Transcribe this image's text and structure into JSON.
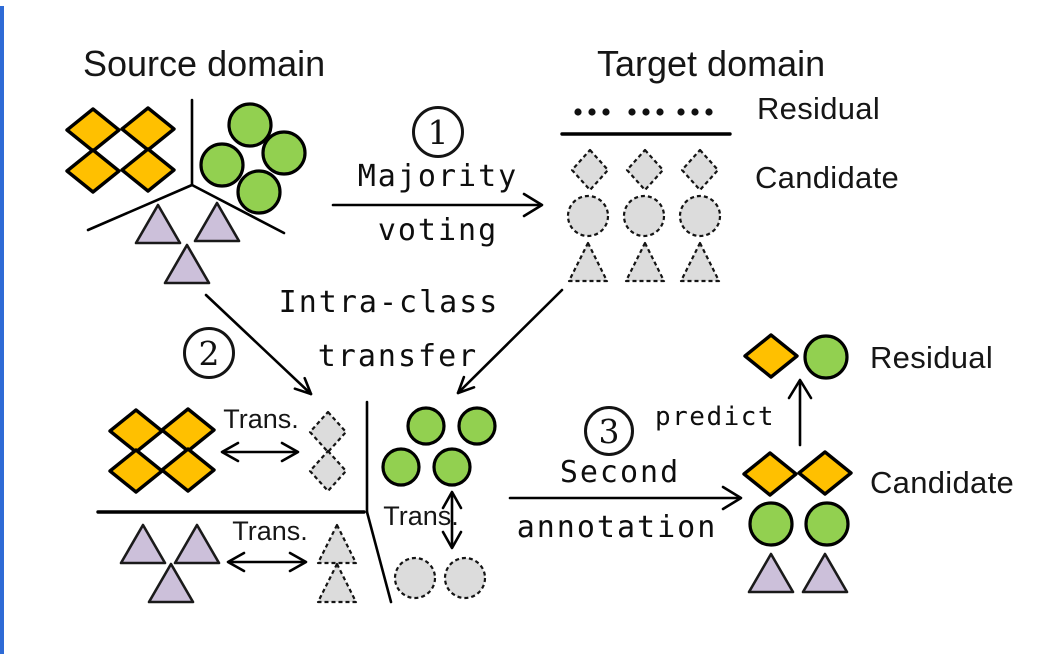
{
  "page": {
    "background": "#ffffff",
    "edge_line_color": "#2e6bd6"
  },
  "palette": {
    "diamond_fill": "#FFC000",
    "circle_fill": "#92D050",
    "triangle_fill": "#CCC0DA",
    "ghost_fill": "#DCDCDC",
    "line_color": "#000000"
  },
  "source_domain": {
    "title": "Source domain",
    "diamond_count": 4,
    "circle_count": 4,
    "triangle_count": 3
  },
  "target_domain": {
    "title": "Target domain",
    "residual_label": "Residual",
    "candidate_label": "Candidate",
    "residual_dot_count": 9,
    "candidate_columns": 3
  },
  "steps": [
    {
      "number": "1",
      "line1": "Majority",
      "line2": "voting"
    },
    {
      "number": "2",
      "line1": "Intra-class",
      "line2": "transfer"
    },
    {
      "number": "3",
      "line1": "Second",
      "line2": "annotation"
    }
  ],
  "transfer": {
    "diamond_label": "Trans.",
    "triangle_label": "Trans.",
    "circle_label": "Trans."
  },
  "predict_label": "predict",
  "output": {
    "residual_label": "Residual",
    "candidate_label": "Candidate"
  }
}
